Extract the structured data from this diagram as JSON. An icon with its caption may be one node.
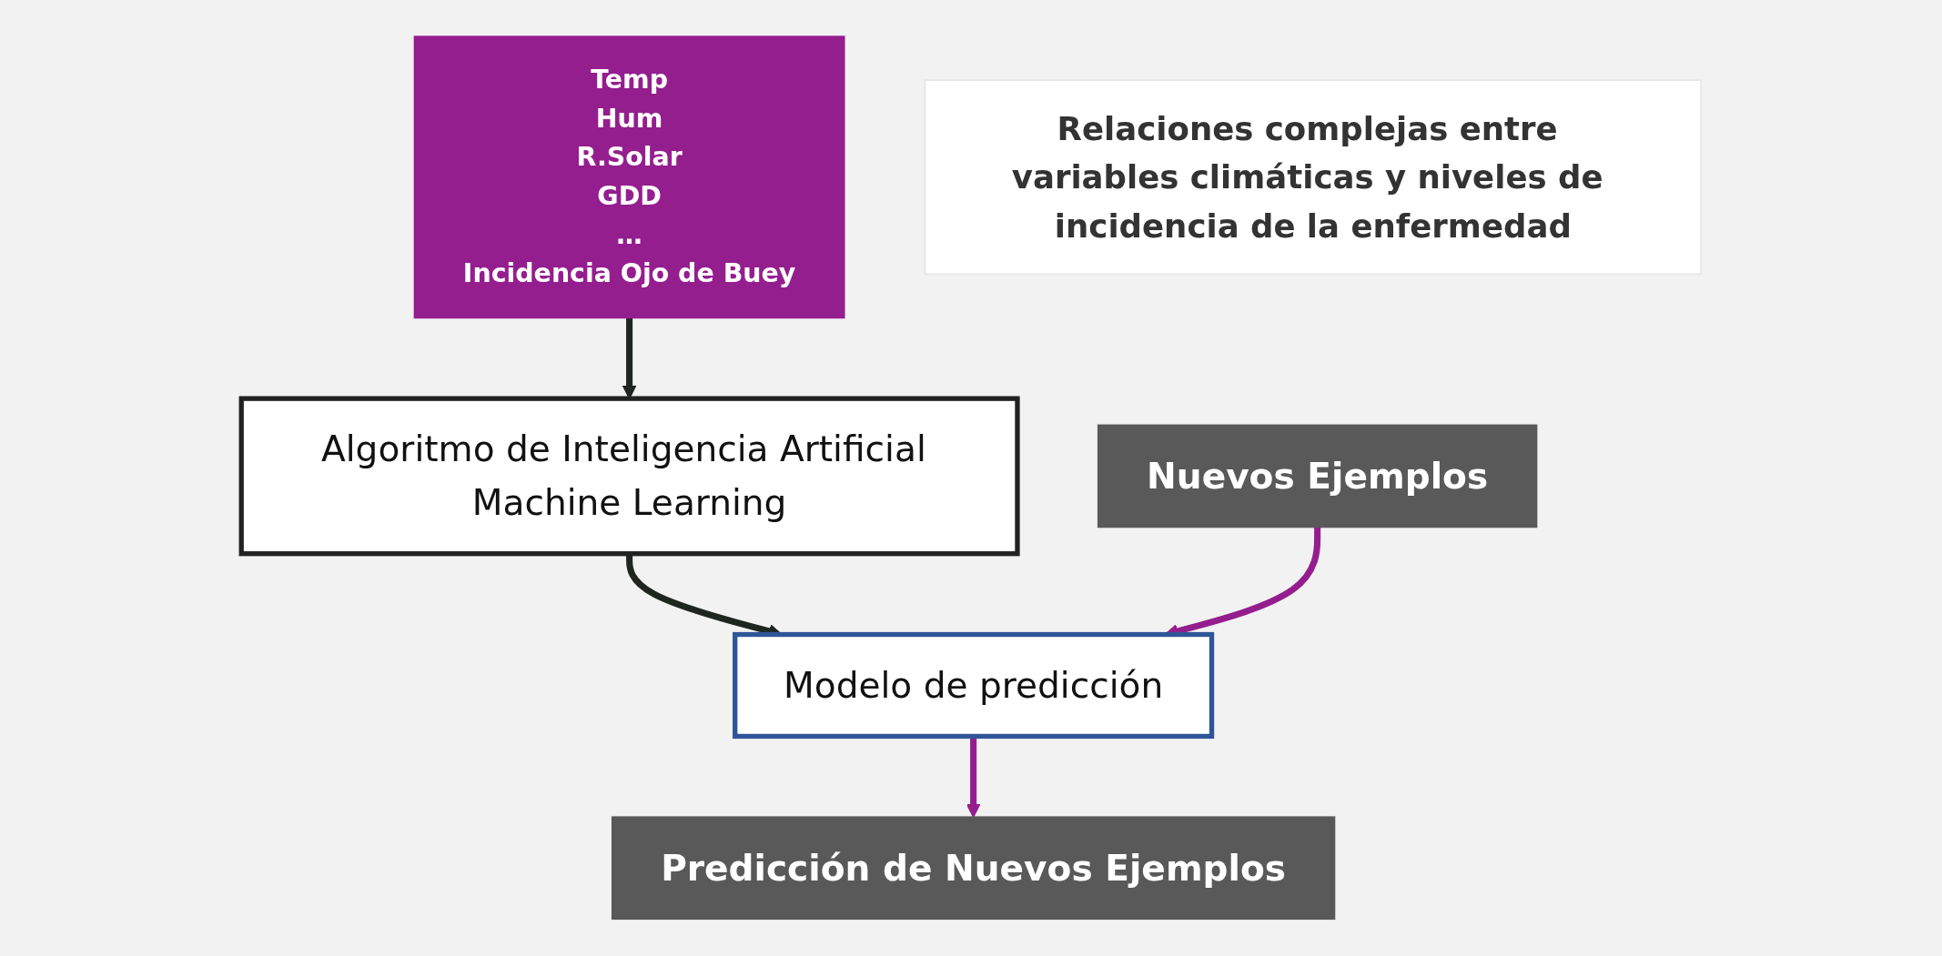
{
  "diagram": {
    "nodes": [
      {
        "text": [
          "Temp",
          "Hum",
          "R.Solar",
          "GDD",
          "…",
          "Incidencia Ojo de Buey"
        ]
      },
      {
        "text": [
          "Algoritmo de Inteligencia Artificial Machine Learning"
        ]
      },
      {
        "text": [
          "Modelo de predicción"
        ]
      },
      {
        "text": [
          "Nuevos Ejemplos"
        ]
      },
      {
        "text": [
          "Predicción de Nuevos Ejemplos"
        ]
      },
      {
        "text": [
          "Relaciones complejas entre variables climáticas y niveles de incidencia de la enfermedad"
        ]
      }
    ],
    "edges": [
      {
        "from": 0,
        "to": 1,
        "arrow": "to"
      },
      {
        "from": 1,
        "to": 2,
        "arrow": "to"
      },
      {
        "from": 3,
        "to": 2,
        "arrow": "to",
        "color": "#951e8f"
      },
      {
        "from": 2,
        "to": 4,
        "arrow": "to",
        "color": "#951e8f"
      }
    ]
  }
}
